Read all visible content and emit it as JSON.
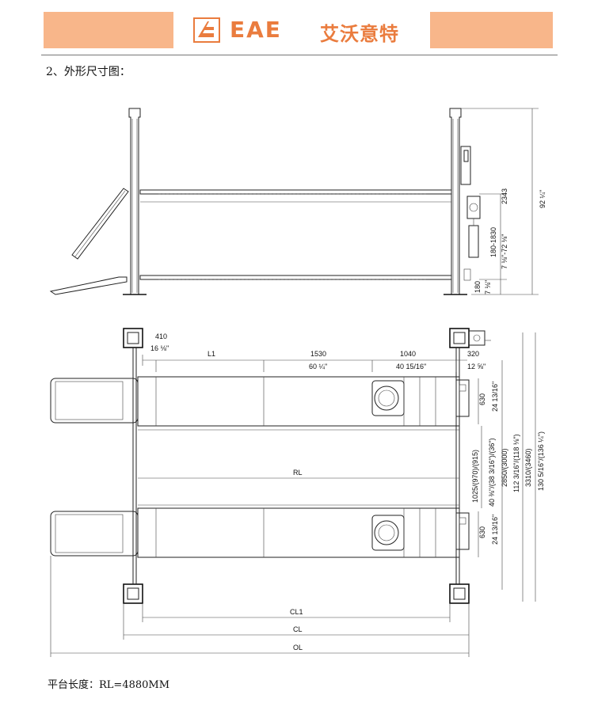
{
  "header": {
    "brand_en": "EAE",
    "brand_cn": "艾沃意特",
    "accent_color": "#f8b68a",
    "brand_color": "#ea7c3e"
  },
  "section_title": "2、外形尺寸图：",
  "footnote": "平台长度：RL=4880MM",
  "side_view": {
    "height_total": "2343",
    "height_total_in": "92 ¼\"",
    "lift_range": "180-1830",
    "lift_range_in": "7 ⅛\"-72 ⅛\"",
    "min_height": "180",
    "min_height_in": "7 ⅛\""
  },
  "top_view": {
    "d410": "410",
    "d410_in": "16 ⅛\"",
    "l1": "L1",
    "d1530": "1530",
    "d1530_in": "60 ¼\"",
    "d1040": "1040",
    "d1040_in": "40 15/16\"",
    "d320": "320",
    "d320_in": "12 ⅝\"",
    "rl": "RL",
    "d630a": "630",
    "d630a_in": "24 13/16\"",
    "d630b": "630",
    "d630b_in": "24 13/16\"",
    "inner_width": "1025/(970)/(915)",
    "inner_width_in": "40 ⅜\"/(38 3/16\")/(36\")",
    "rail_width": "2850/(3000)",
    "rail_width_in": "112 3/16\"/(118 ⅛\")",
    "overall_width": "3310/(3460)",
    "overall_width_in": "130 5/16\"/(136 ¼\")",
    "cl1": "CL1",
    "cl": "CL",
    "ol": "OL"
  }
}
